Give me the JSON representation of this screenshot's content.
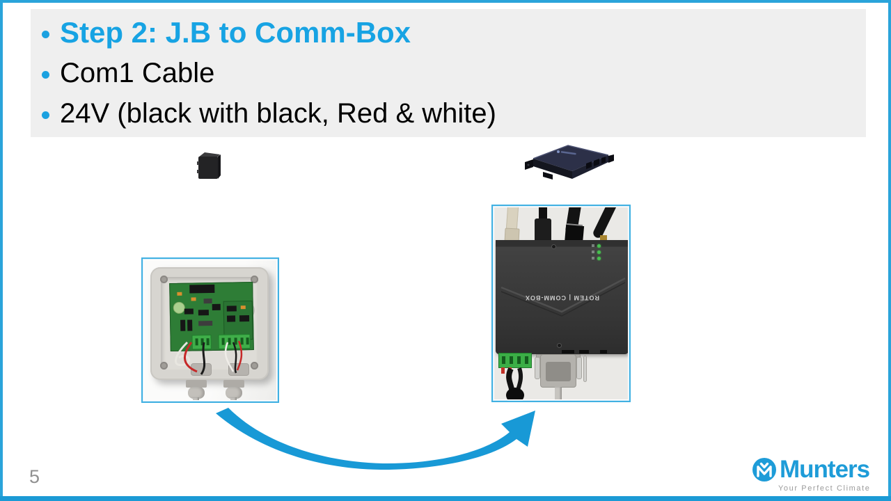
{
  "slide": {
    "page_number": "5",
    "header": {
      "bullets": [
        {
          "text": "Step 2: J.B to Comm-Box"
        },
        {
          "text": "Com1 Cable"
        },
        {
          "text": "24V (black with black, Red & white)"
        }
      ]
    },
    "figures": {
      "jb_thumbnail": "closed-junction-box-icon",
      "commbox_thumbnail": "comm-box-product-icon",
      "jb_photo": "opened-junction-box-photo",
      "commbox_photo": "comm-box-top-view-photo",
      "commbox_device_text": "ROTEM | COMM-BOX"
    },
    "footer": {
      "brand": "Munters",
      "tagline": "Your Perfect Climate"
    },
    "colors": {
      "accent_border": "#2aa4da",
      "bottom_bar": "#1b9ad5",
      "heading_blue": "#17a3e3",
      "arrow_blue": "#1899d6",
      "logo_blue": "#1e9cd8",
      "header_bg": "#efefef"
    }
  }
}
